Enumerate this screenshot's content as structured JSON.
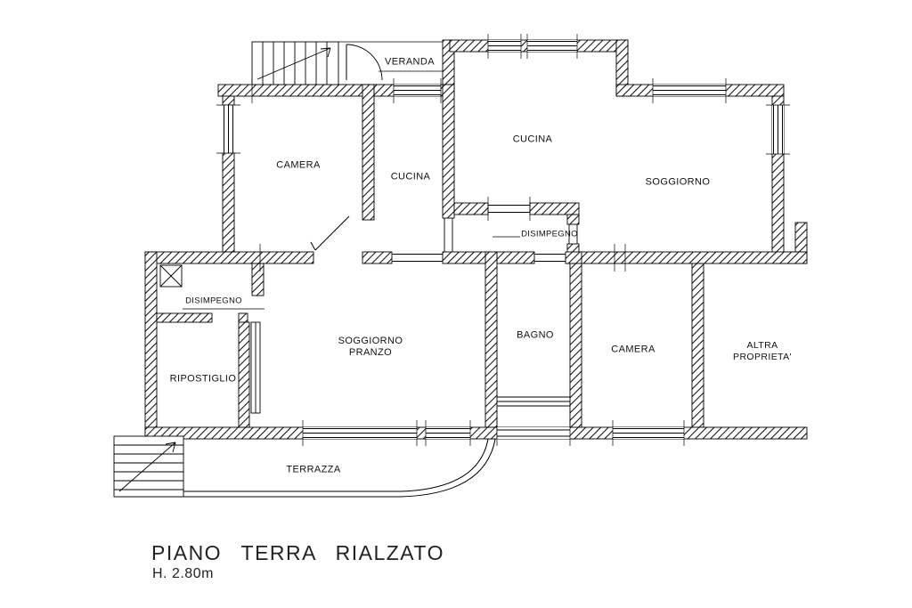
{
  "plan": {
    "title": "PIANO TERRA RIALZATO",
    "subtitle": "H.  2.80m",
    "rooms": {
      "veranda": "VERANDA",
      "cucina_top_right": "CUCINA",
      "camera_top_left": "CAMERA",
      "cucina_top_left": "CUCINA",
      "soggiorno_top_right": "SOGGIORNO",
      "disimpegno_center": "DISIMPEGNO",
      "disimpegno_left": "DISIMPEGNO",
      "soggiorno_pranzo": [
        "SOGGIORNO",
        "PRANZO"
      ],
      "bagno": "BAGNO",
      "camera_bottom_right": "CAMERA",
      "altra_proprieta": [
        "ALTRA",
        "PROPRIETA'"
      ],
      "ripostiglio": "RIPOSTIGLIO",
      "terrazza": "TERRAZZA"
    },
    "colors": {
      "wall": "#000000",
      "background": "#ffffff"
    }
  }
}
